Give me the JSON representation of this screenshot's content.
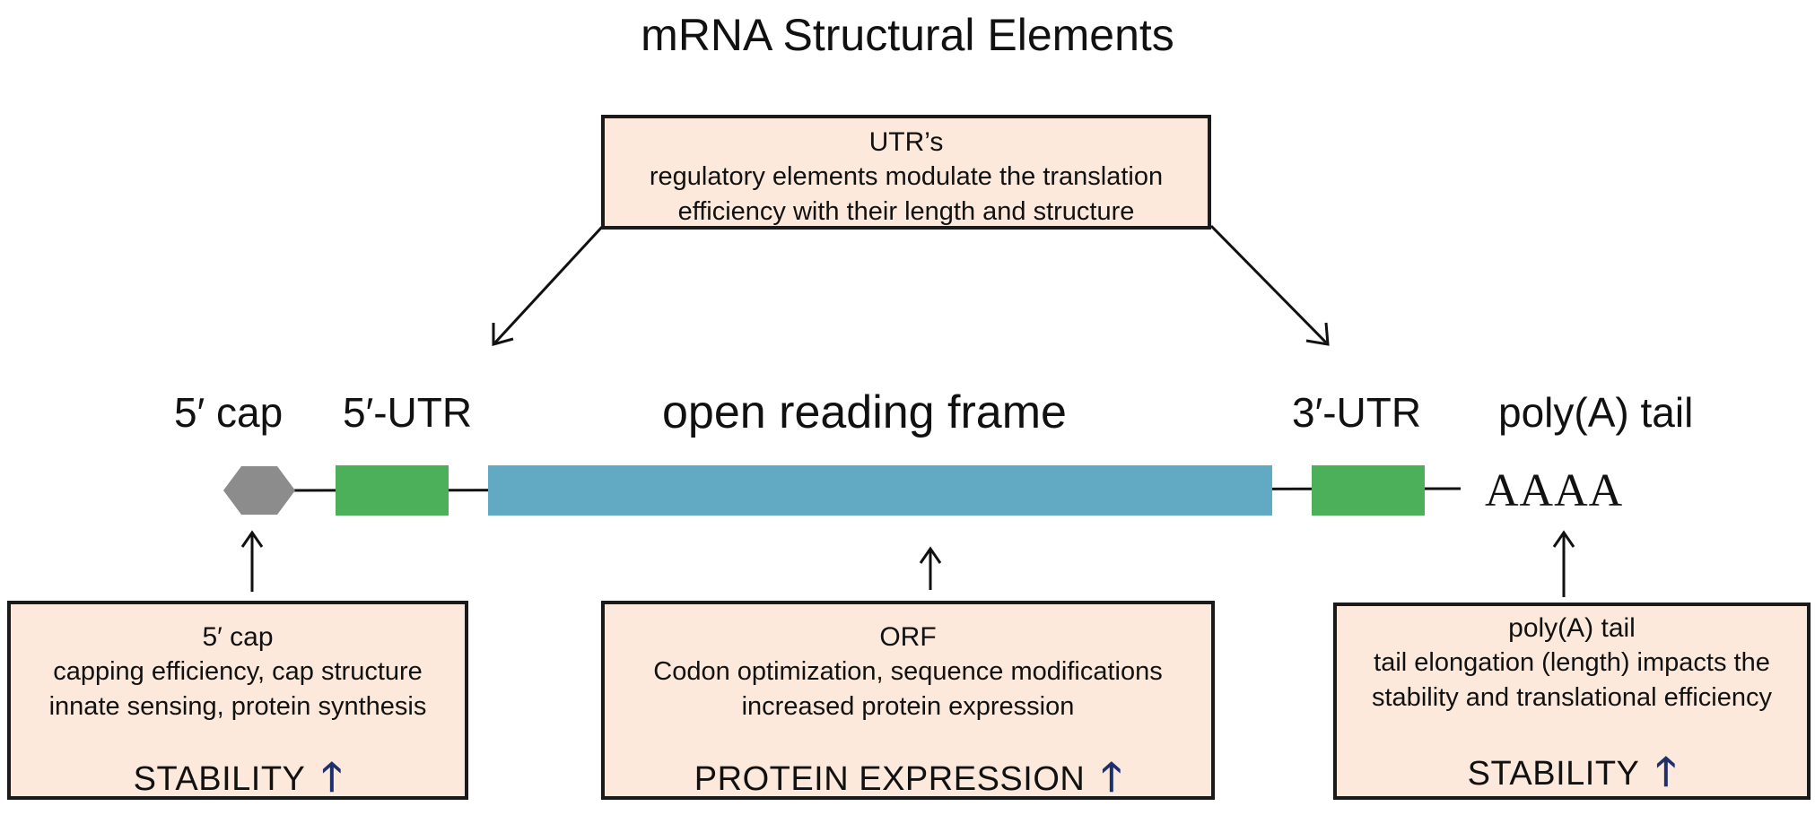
{
  "title": "mRNA  Structural Elements",
  "utr_box": {
    "heading": "UTR’s",
    "line1": "regulatory elements modulate the translation",
    "line2": "efficiency with their length and structure"
  },
  "labels": {
    "five_cap": "5′ cap",
    "five_utr": "5′-UTR",
    "orf": "open reading frame",
    "three_utr": "3′-UTR",
    "polya": "poly(A) tail",
    "aaaa": "AAAA"
  },
  "cap_box": {
    "heading": "5′ cap",
    "line1": "capping efficiency, cap structure",
    "line2": "innate sensing, protein synthesis",
    "effect": "STABILITY",
    "effect_arrow": "🡑"
  },
  "orf_box": {
    "heading": "ORF",
    "line1": "Codon optimization, sequence modifications",
    "line2": "increased protein expression",
    "effect": "PROTEIN EXPRESSION",
    "effect_arrow": "🡑"
  },
  "polya_box": {
    "heading": "poly(A) tail",
    "line1": "tail elongation (length) impacts the",
    "line2": "stability and translational efficiency",
    "effect": "STABILITY",
    "effect_arrow": "🡑"
  },
  "colors": {
    "box_fill": "#fce9dc",
    "cap": "#8c8c8c",
    "utr": "#4caf5a",
    "orf": "#62aac4",
    "effect_arrow": "#1f2f6b"
  }
}
